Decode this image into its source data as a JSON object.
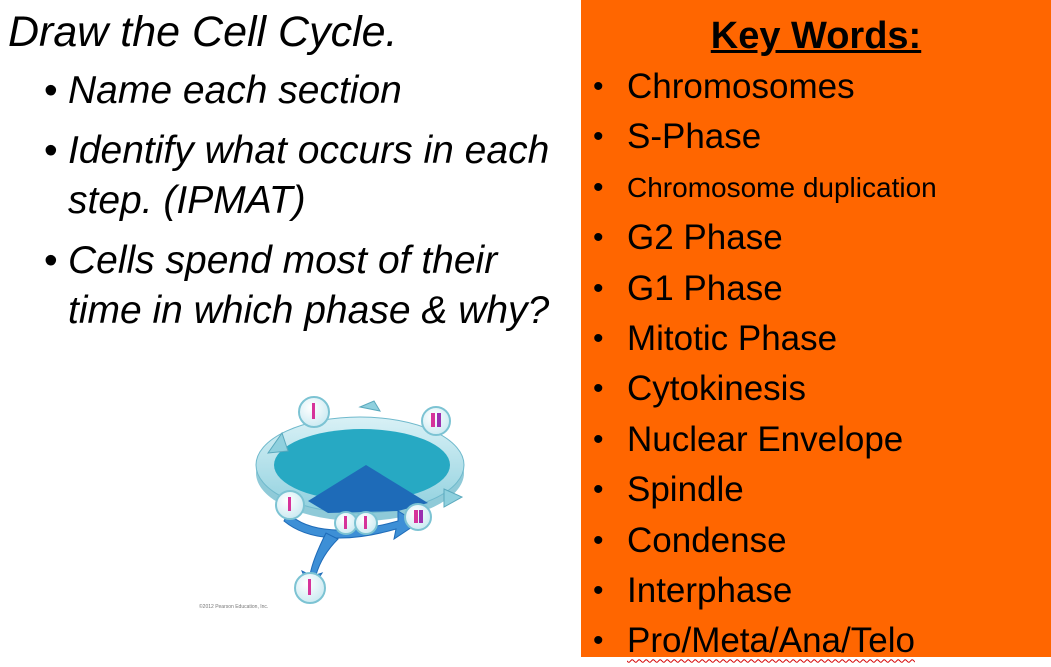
{
  "left": {
    "title": "Draw the Cell Cycle.",
    "bullets": [
      "Name each section",
      "Identify what occurs in each step. (IPMAT)",
      "Cells spend most of their time in which phase & why?"
    ]
  },
  "diagram": {
    "credit": "©2012 Pearson Education, Inc."
  },
  "key_words": {
    "heading": "Key Words:",
    "items": [
      "Chromosomes",
      "S-Phase",
      "Chromosome duplication",
      "G2 Phase",
      "G1 Phase",
      "Mitotic Phase",
      "Cytokinesis",
      "Nuclear Envelope",
      "Spindle",
      "Condense",
      "Interphase",
      "Pro/Meta/Ana/Telo"
    ]
  },
  "colors": {
    "panel": "#ff6600",
    "ring_light": "#b7e3ec",
    "ring_dark": "#2aa9c4",
    "mitosis_blue": "#1e6bb8",
    "chromosome": "#d6339a"
  }
}
